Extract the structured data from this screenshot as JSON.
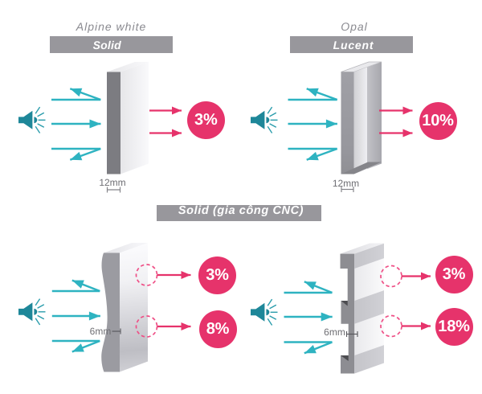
{
  "figure": {
    "background": "#ffffff",
    "top_left": {
      "material": "Alpine white",
      "variant": "Solid",
      "thickness": "12mm",
      "result": "3%"
    },
    "top_right": {
      "material": "Opal",
      "variant": "Lucent",
      "thickness": "12mm",
      "result": "10%"
    },
    "bottom_header": "Solid (gia công CNC)",
    "bottom_left": {
      "thickness": "6mm",
      "results": [
        "3%",
        "8%"
      ]
    },
    "bottom_right": {
      "thickness": "6mm",
      "results": [
        "3%",
        "18%"
      ]
    },
    "colors": {
      "teal_arrow": "#2eb3c1",
      "speaker_teal": "#1e8799",
      "pink": "#e6336b",
      "pink_dashed": "#ef4f86",
      "bar_gray": "#98979c",
      "title_gray": "#8a8a90",
      "dark_panel_edge": "#7c7c81"
    },
    "icons": {
      "sound_source": "speaker-icon"
    }
  }
}
